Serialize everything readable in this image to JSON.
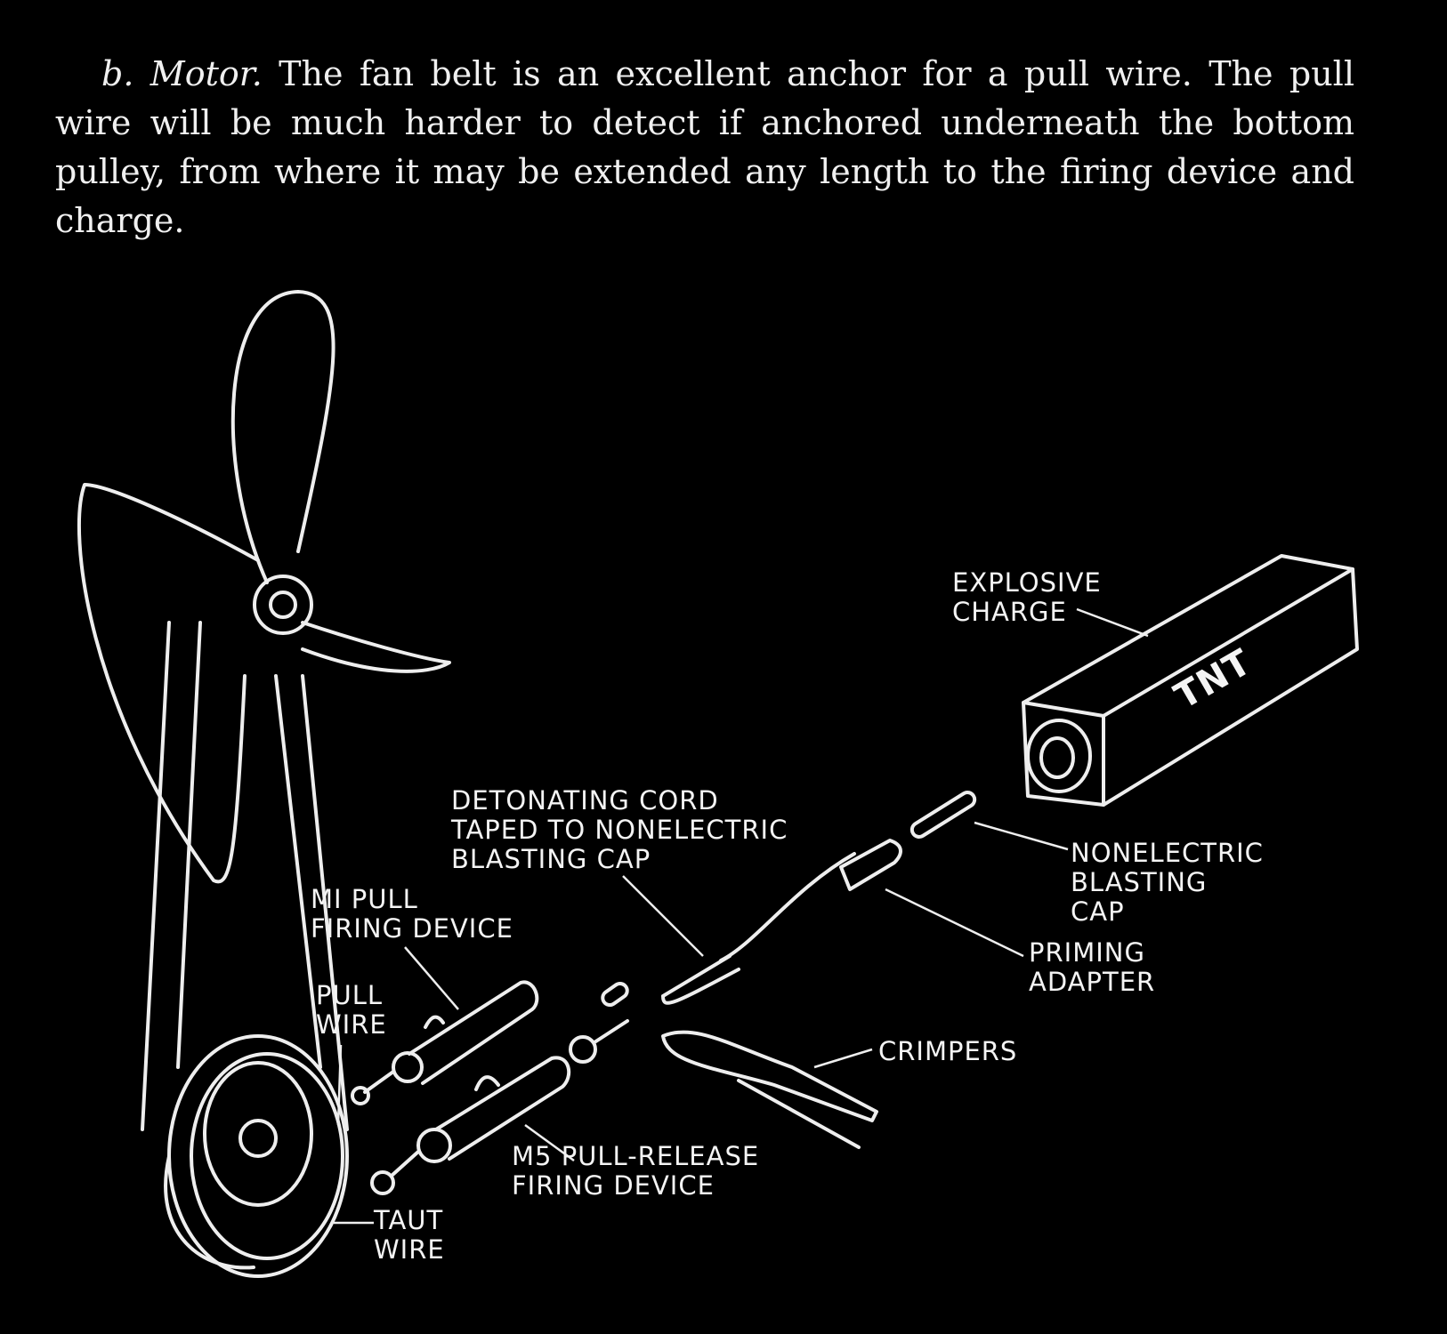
{
  "paragraph": {
    "lead": "b.",
    "heading": "Motor.",
    "body": "The fan belt is an excellent anchor for a pull wire. The pull wire will be much harder to detect if anchored underneath the bottom pulley, from where it may be extended any length to the firing device and charge."
  },
  "labels": {
    "explosive_charge": "EXPLOSIVE\nCHARGE",
    "tnt": "TNT",
    "detonating_cord": "DETONATING CORD\nTAPED TO NONELECTRIC\nBLASTING CAP",
    "m1_pull": "MI PULL\nFIRING DEVICE",
    "pull_wire": "PULL\nWIRE",
    "nonelectric_cap": "NONELECTRIC\nBLASTING\nCAP",
    "priming_adapter": "PRIMING\nADAPTER",
    "crimpers": "CRIMPERS",
    "m5": "M5 PULL-RELEASE\nFIRING DEVICE",
    "taut_wire": "TAUT\nWIRE"
  }
}
